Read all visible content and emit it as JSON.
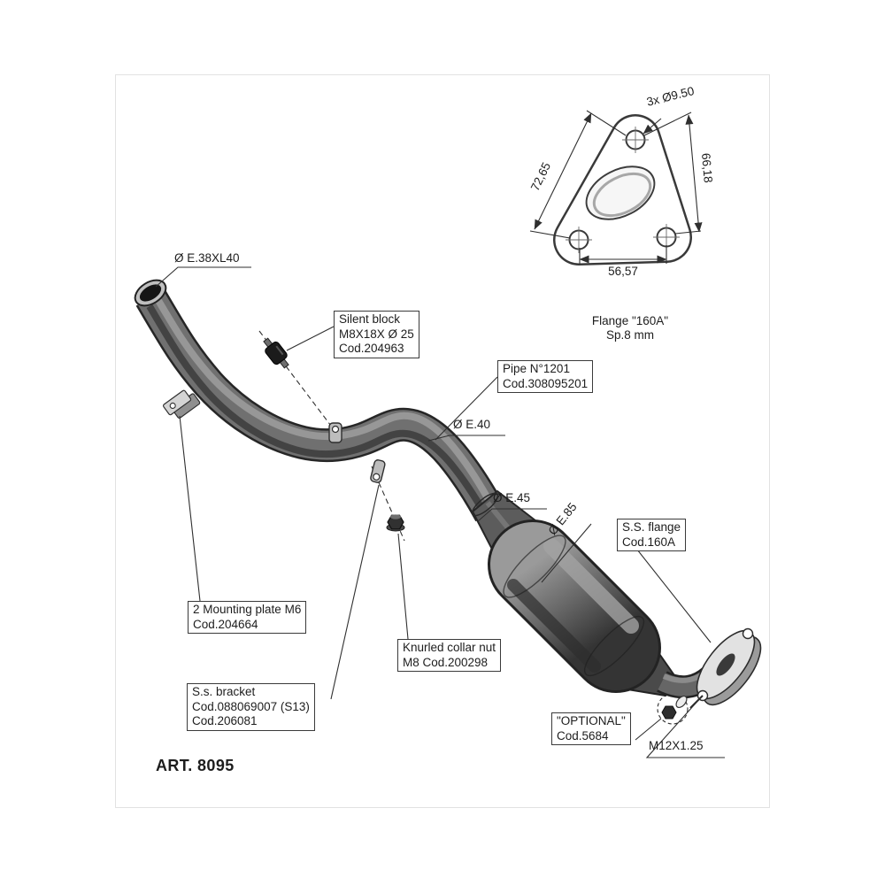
{
  "art_number": "ART. 8095",
  "flange_detail": {
    "holes_dim": "3x Ø9.50",
    "left_dim": "72,65",
    "right_dim": "66,18",
    "bottom_dim": "56,57",
    "title": "Flange \"160A\"",
    "subtitle": "Sp.8 mm"
  },
  "dims": {
    "inlet": "Ø E.38XL40",
    "e40": "Ø E.40",
    "e45": "Ø E.45",
    "e85": "Ø E.85",
    "thread": "M12X1.25"
  },
  "callouts": {
    "silent_block": {
      "line1": "Silent block",
      "line2": "M8X18X Ø 25",
      "line3": "Cod.204963"
    },
    "pipe": {
      "line1": "Pipe N°1201",
      "line2": "Cod.308095201"
    },
    "ss_flange": {
      "line1": "S.S. flange",
      "line2": "Cod.160A"
    },
    "mounting_plate": {
      "line1": "2 Mounting plate M6",
      "line2": "Cod.204664"
    },
    "knurled_nut": {
      "line1": "Knurled collar nut",
      "line2": "M8 Cod.200298"
    },
    "ss_bracket": {
      "line1": "S.s. bracket",
      "line2": "Cod.088069007 (S13)",
      "line3": "Cod.206081"
    },
    "optional": {
      "line1": "\"OPTIONAL\"",
      "line2": "Cod.5684"
    }
  }
}
